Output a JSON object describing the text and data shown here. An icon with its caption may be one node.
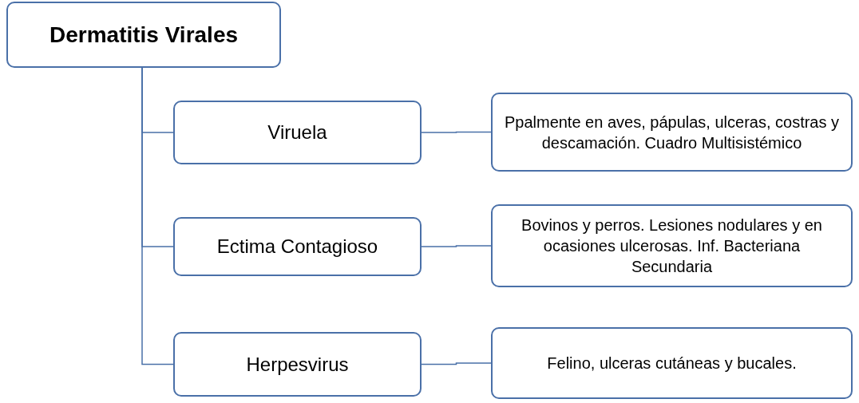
{
  "diagram": {
    "nodes": [
      {
        "text": [
          "Dermatitis Virales"
        ]
      },
      {
        "text": [
          "Viruela"
        ]
      },
      {
        "text": [
          "Ppalmente en aves, pápulas, ulceras, costras y descamación. Cuadro Multisistémico"
        ]
      },
      {
        "text": [
          "Ectima Contagioso"
        ]
      },
      {
        "text": [
          "Bovinos y perros. Lesiones nodulares y en ocasiones ulcerosas. Inf. Bacteriana Secundaria"
        ]
      },
      {
        "text": [
          "Herpesvirus"
        ]
      },
      {
        "text": [
          "Felino, ulceras cutáneas y bucales."
        ]
      }
    ],
    "edges": [
      {
        "from": 0,
        "to": 1,
        "arrow": "none"
      },
      {
        "from": 1,
        "to": 2,
        "arrow": "none"
      },
      {
        "from": 0,
        "to": 3,
        "arrow": "none"
      },
      {
        "from": 3,
        "to": 4,
        "arrow": "none"
      },
      {
        "from": 0,
        "to": 5,
        "arrow": "none"
      },
      {
        "from": 5,
        "to": 6,
        "arrow": "none"
      }
    ]
  }
}
